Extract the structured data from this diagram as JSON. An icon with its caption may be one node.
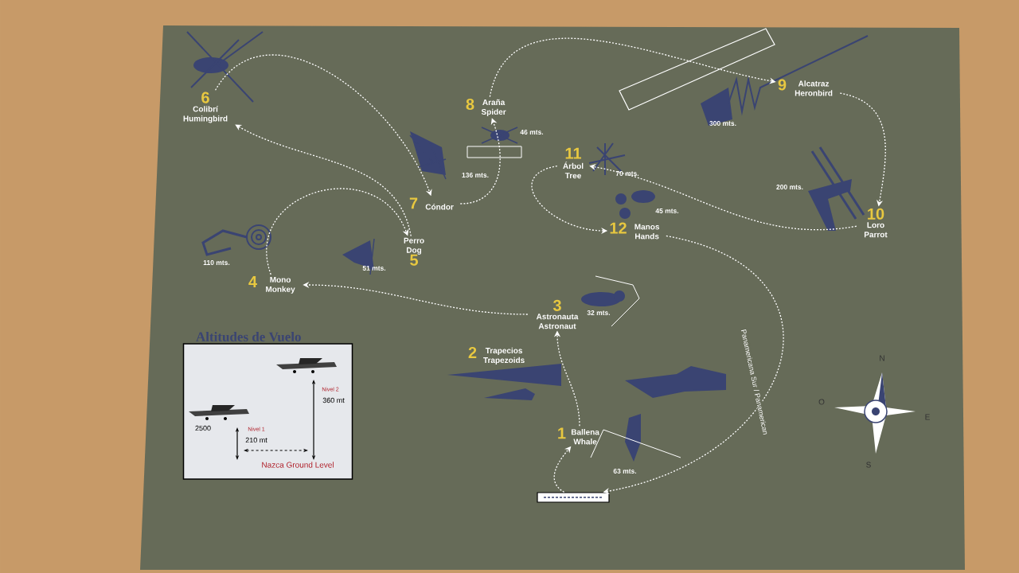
{
  "diagram": {
    "nodes": [
      {
        "text": [],
        "shape": "bar"
      },
      {
        "text": [
          "1",
          "Ballena Whale"
        ]
      },
      {
        "text": [
          "2",
          "Trapecios Trapezoids"
        ]
      },
      {
        "text": [
          "3",
          "Astronauta Astronaut"
        ],
        "beside": [
          "32 mts."
        ]
      },
      {
        "text": [
          "4",
          "Mono Monkey"
        ],
        "beside": [
          "110 mts."
        ]
      },
      {
        "text": [
          "Perro Dog",
          "5"
        ],
        "beside": [
          "51 mts."
        ]
      },
      {
        "text": [
          "6",
          "Colibrí Humingbird"
        ]
      },
      {
        "text": [
          "7",
          "Cóndor"
        ],
        "beside": [
          "136 mts."
        ]
      },
      {
        "text": [
          "8",
          "Araña Spider"
        ],
        "beside": [
          "46 mts."
        ]
      },
      {
        "text": [
          "9",
          "Alcatraz Heronbird"
        ]
      },
      {
        "text": [
          "10",
          "Loro Parrot"
        ]
      },
      {
        "text": [
          "11",
          "Árbol Tree"
        ]
      },
      {
        "text": [
          "12",
          "Manos Hands"
        ],
        "beside": [
          "45 mts."
        ]
      },
      {
        "text": [
          "Altitudes de Vuelo"
        ]
      }
    ],
    "edges": [
      {
        "from": 0,
        "to": 1,
        "arrow": "to"
      },
      {
        "from": 1,
        "to": 3,
        "arrow": "to"
      },
      {
        "from": 3,
        "to": 4,
        "arrow": "to"
      },
      {
        "from": 4,
        "to": 5,
        "arrow": "to"
      },
      {
        "from": 5,
        "to": 6,
        "arrow": "to"
      },
      {
        "from": 6,
        "to": 7,
        "arrow": "to"
      },
      {
        "from": 7,
        "to": 8,
        "arrow": "to"
      },
      {
        "from": 8,
        "to": 9,
        "arrow": "to"
      },
      {
        "from": 9,
        "to": 10,
        "arrow": "to"
      },
      {
        "from": 10,
        "to": 11,
        "arrow": "to"
      },
      {
        "from": 11,
        "to": 12,
        "arrow": "to"
      },
      {
        "from": 12,
        "to": 0,
        "arrow": "to",
        "label": "Panamericana Sur / Panamerican"
      }
    ],
    "labels": [
      "300 mts.",
      "70 mts.",
      "200 mts.",
      "2500",
      "Nivel 1",
      "210 mt",
      "Nivel 2",
      "360 mt",
      "Nazca Ground Level",
      "63 mts.",
      "N",
      "O",
      "E",
      "S"
    ]
  }
}
